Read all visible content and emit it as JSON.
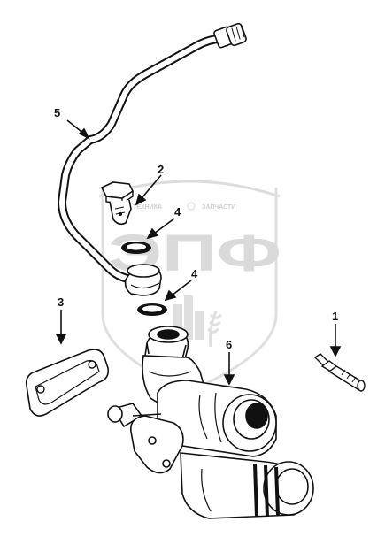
{
  "callouts": {
    "c1": "1",
    "c2": "2",
    "c3": "3",
    "c4a": "4",
    "c4b": "4",
    "c5": "5",
    "c6": "6"
  },
  "watermark": {
    "tagline_left": "ТЕХНИКА",
    "tagline_right": "ЗАПЧАСТИ",
    "logo_text": "ЭПФ"
  }
}
